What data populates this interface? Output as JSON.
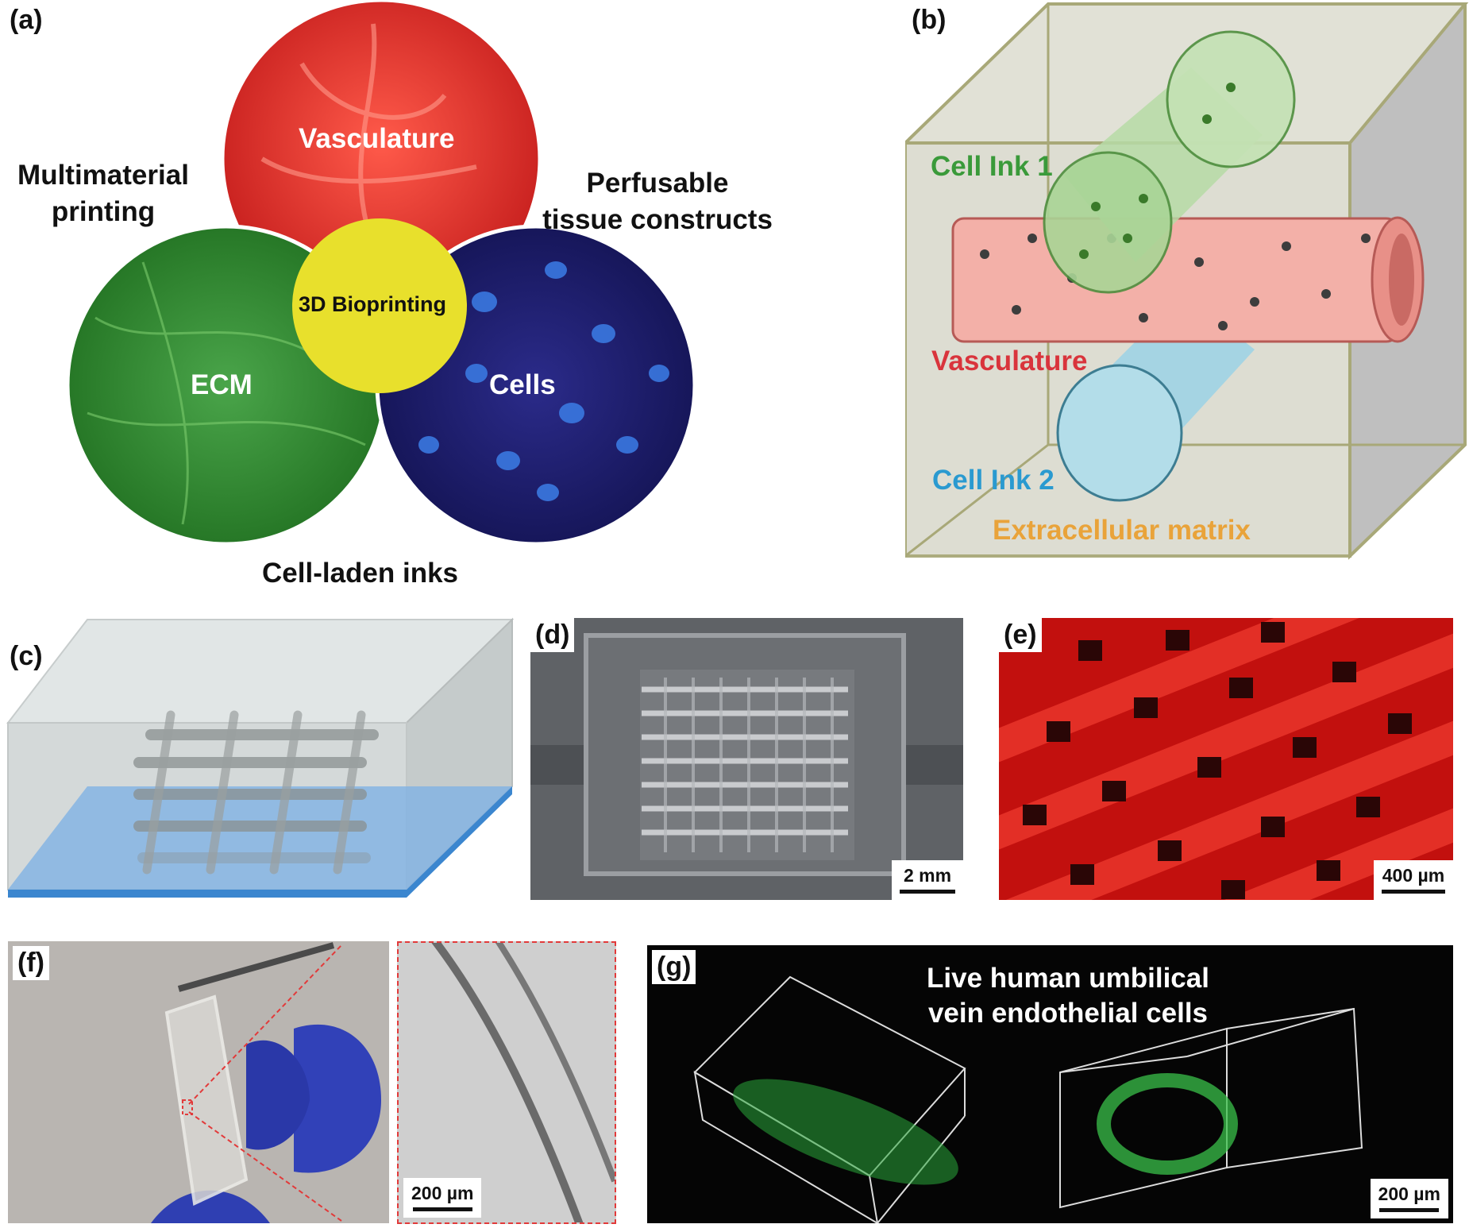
{
  "panels": {
    "a": {
      "letter": "(a)",
      "circles": {
        "top": "Vasculature",
        "left": "ECM",
        "right": "Cells",
        "center": "3D Bioprinting"
      },
      "outer": {
        "left_line1": "Multimaterial",
        "left_line2": "printing",
        "right_line1": "Perfusable",
        "right_line2": "tissue constructs",
        "bottom": "Cell-laden inks"
      },
      "colors": {
        "vasculature": "#d42a2a",
        "ecm": "#2e8b2e",
        "cells": "#1a1a6e",
        "center": "#e8e02c"
      }
    },
    "b": {
      "letter": "(b)",
      "labels": {
        "ink1": "Cell Ink 1",
        "vasc": "Vasculature",
        "ink2": "Cell Ink 2",
        "ecm": "Extracellular matrix"
      },
      "colors": {
        "ink1": "#3a9a3a",
        "vasc": "#d9343c",
        "ink2": "#2a9ad0",
        "ecm": "#e9a33a"
      }
    },
    "c": {
      "letter": "(c)"
    },
    "d": {
      "letter": "(d)",
      "scale": "2 mm"
    },
    "e": {
      "letter": "(e)",
      "scale": "400 µm"
    },
    "f": {
      "letter": "(f)",
      "scale": "200 µm"
    },
    "g": {
      "letter": "(g)",
      "title_line1": "Live human umbilical",
      "title_line2": "vein endothelial cells",
      "scale": "200 µm"
    }
  }
}
